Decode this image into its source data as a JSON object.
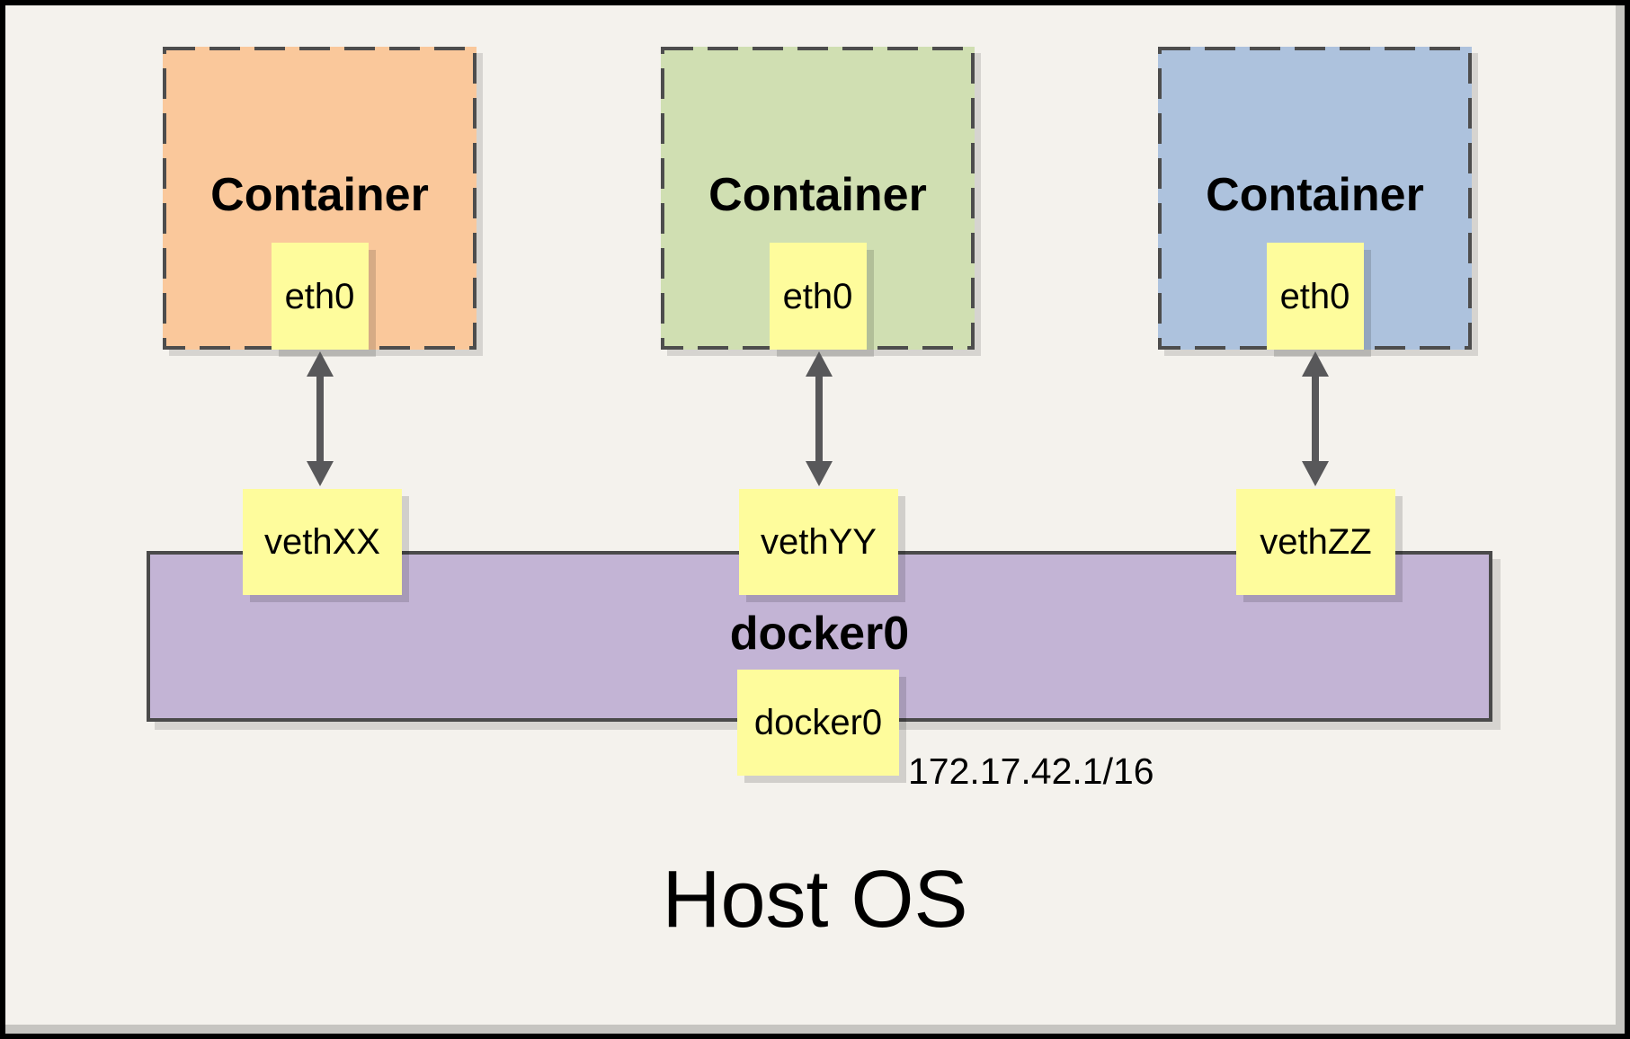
{
  "diagram": {
    "containers": [
      {
        "label": "Container",
        "interface": "eth0",
        "color": "#FAC89B"
      },
      {
        "label": "Container",
        "interface": "eth0",
        "color": "#D0DFB2"
      },
      {
        "label": "Container",
        "interface": "eth0",
        "color": "#ADC2DD"
      }
    ],
    "veths": [
      {
        "label": "vethXX"
      },
      {
        "label": "vethYY"
      },
      {
        "label": "vethZZ"
      }
    ],
    "bridge": {
      "label": "docker0",
      "interface": "docker0",
      "ip": "172.17.42.1/16",
      "color": "#C3B4D5"
    },
    "host": {
      "label": "Host OS"
    },
    "colors": {
      "page_background": "#F4F2ED",
      "frame": "#000000",
      "inner_shadow_band": "#C6C5C1",
      "note_yellow": "#FEFC9C",
      "dashed_border": "#4D4D4D",
      "bridge_border": "#4A4A4A",
      "arrow": "#58585A"
    }
  }
}
